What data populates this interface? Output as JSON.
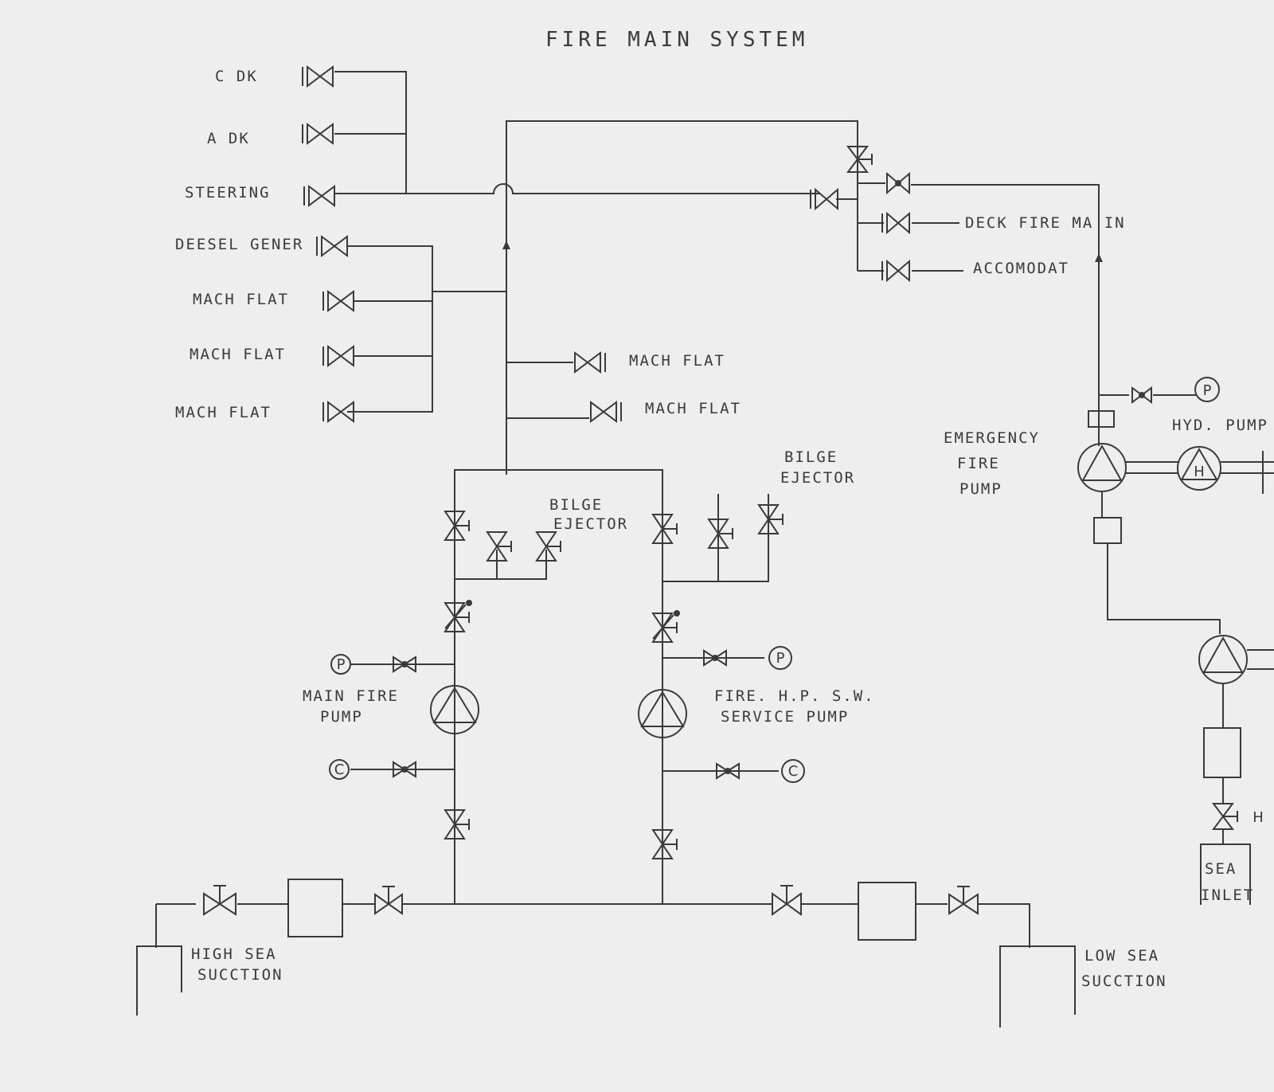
{
  "title": "FIRE   MAIN   SYSTEM",
  "labels": {
    "cdk": "C DK",
    "adk": "A DK",
    "steering": "STEERING",
    "diesel": "DEESEL GENER",
    "mach_flat_1": "MACH FLAT",
    "mach_flat_2": "MACH FLAT",
    "mach_flat_3": "MACH FLAT",
    "mach_flat_4": "MACH FLAT",
    "mach_flat_5": "MACH FLAT",
    "deck_fire_main": "DECK FIRE MA IN",
    "accommodation": "ACCOMODAT",
    "bilge_1_l1": "BILGE",
    "bilge_1_l2": "EJECTOR",
    "bilge_2_l1": "BILGE",
    "bilge_2_l2": "EJECTOR",
    "emergency_l1": "EMERGENCY",
    "emergency_l2": "FIRE",
    "emergency_l3": "PUMP",
    "hyd_pump": "HYD. PUMP",
    "main_pump_l1": "MAIN FIRE",
    "main_pump_l2": "PUMP",
    "service_pump_l1": "FIRE. H.P. S.W.",
    "service_pump_l2": "SERVICE PUMP",
    "high_sea_l1": "HIGH SEA",
    "high_sea_l2": "SUCCTION",
    "low_sea_l1": "LOW SEA",
    "low_sea_l2": "SUCCTION",
    "sea_inlet_l1": "SEA",
    "sea_inlet_l2": "INLET"
  },
  "symbols": {
    "pressure": "P",
    "compound": "C",
    "hydraulic": "H",
    "hand_h": "H"
  }
}
